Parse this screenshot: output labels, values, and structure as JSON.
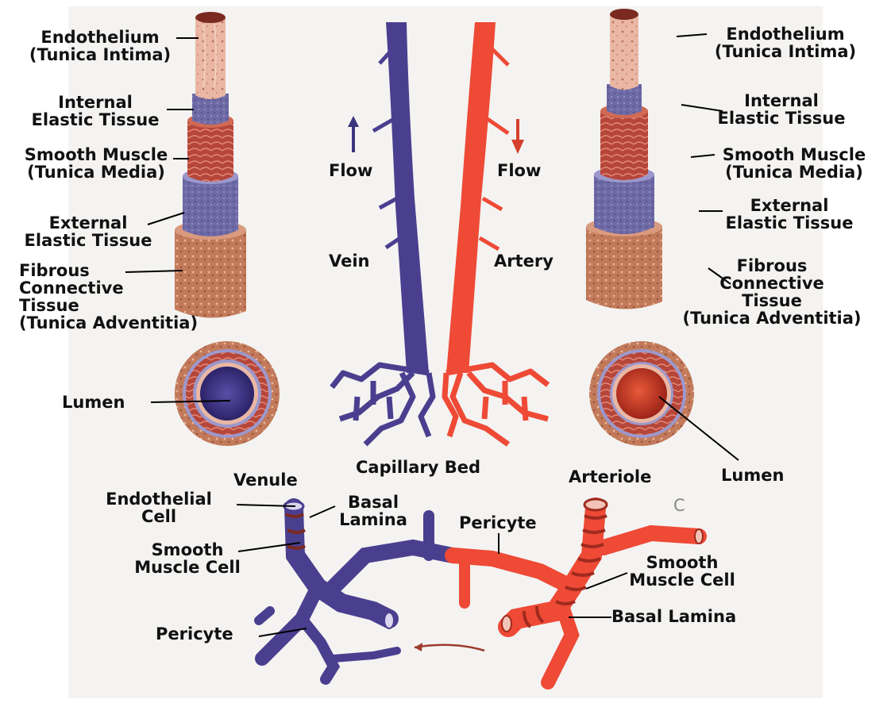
{
  "colors": {
    "vein": "#4a3f8f",
    "artery": "#ee4a36",
    "muscle": "#b6463a",
    "elastic": "#6e6aa6",
    "fibrous": "#c27a5a",
    "background": "#f4f3f1"
  },
  "icons": [
    "flow-up-arrow",
    "flow-down-arrow",
    "circulation-arrow"
  ],
  "vein_wall_labels": {
    "endothelium": "Endothelium\n(Tunica Intima)",
    "internal_elastic": "Internal\nElastic Tissue",
    "smooth_muscle": "Smooth Muscle\n(Tunica Media)",
    "external_elastic": "External\nElastic Tissue",
    "fibrous": "Fibrous\nConnective\nTissue\n(Tunica Adventitia)",
    "lumen": "Lumen"
  },
  "artery_wall_labels": {
    "endothelium": "Endothelium\n(Tunica Intima)",
    "internal_elastic": "Internal\nElastic Tissue",
    "smooth_muscle": "Smooth Muscle\n(Tunica Media)",
    "external_elastic": "External\nElastic Tissue",
    "fibrous": "Fibrous\nConnective\nTissue\n(Tunica Adventitia)",
    "lumen": "Lumen"
  },
  "center_labels": {
    "flow_left": "Flow",
    "flow_right": "Flow",
    "vein": "Vein",
    "artery": "Artery",
    "capillary_bed": "Capillary Bed"
  },
  "micro_labels": {
    "venule": "Venule",
    "arteriole": "Arteriole",
    "endothelial_cell": "Endothelial\nCell",
    "basal_lamina_left": "Basal\nLamina",
    "smooth_muscle_cell_left": "Smooth\nMuscle Cell",
    "pericyte_top": "Pericyte",
    "pericyte_left": "Pericyte",
    "smooth_muscle_cell_right": "Smooth\nMuscle Cell",
    "basal_lamina_right": "Basal Lamina",
    "corner_mark": "C"
  }
}
